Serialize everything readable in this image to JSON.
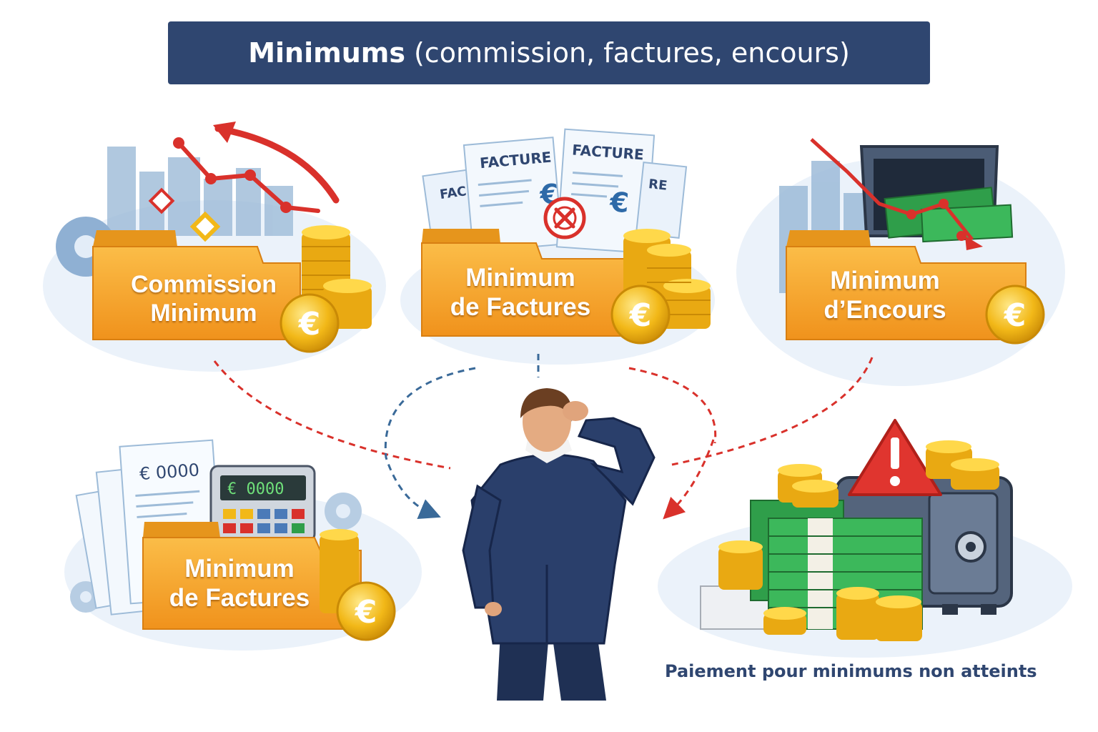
{
  "title": {
    "bold": "Minimums",
    "rest": "(commission, factures, encours)"
  },
  "panels": {
    "commission": {
      "line1": "Commission",
      "line2": "Minimum"
    },
    "factures_top": {
      "line1": "Minimum",
      "line2": "de Factures",
      "doc_label_1": "FACTURE",
      "doc_label_2": "FACTURE",
      "doc_label_3": "FAC",
      "doc_label_4": "RE"
    },
    "encours": {
      "line1": "Minimum",
      "line2": "d’Encours"
    },
    "factures_bottom": {
      "line1": "Minimum",
      "line2": "de Factures",
      "doc_amount": "€ 0000",
      "calc_display": "€ 0000"
    },
    "penalty": {
      "caption": "Paiement pour minimums non atteints"
    }
  },
  "icons": {
    "coin": "euro-coin-icon",
    "warning": "warning-triangle-icon",
    "reject": "reject-x-icon",
    "person": "confused-businessman-icon"
  },
  "colors": {
    "banner": "#2f4670",
    "folder": "#f7a72a",
    "folder_dark": "#e08a14",
    "coin": "#f2b818",
    "arrow_red": "#d9312b",
    "arrow_blue": "#3a6a99",
    "money_green": "#2f9e4a"
  }
}
